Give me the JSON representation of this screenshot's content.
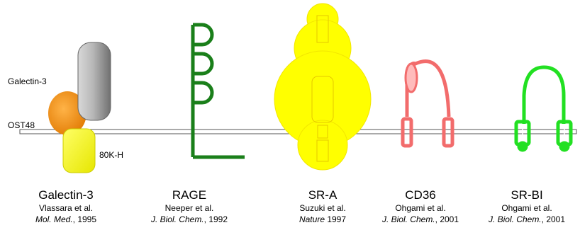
{
  "labels": {
    "galectin3_side": "Galectin-3",
    "ost48": "OST48",
    "k80h": "80K-H"
  },
  "receptors": [
    {
      "name": "Galectin-3",
      "authors": "Vlassara et al.",
      "journal": "Mol. Med.",
      "year": ", 1995"
    },
    {
      "name": "RAGE",
      "authors": "Neeper et al.",
      "journal": "J. Biol. Chem.",
      "year": ", 1992"
    },
    {
      "name": "SR-A",
      "authors": "Suzuki et al.",
      "journal": "Nature",
      "year": " 1997"
    },
    {
      "name": "CD36",
      "authors": "Ohgami et al.",
      "journal": "J. Biol. Chem.",
      "year": ", 2001"
    },
    {
      "name": "SR-BI",
      "authors": "Ohgami et al.",
      "journal": "J. Biol. Chem.",
      "year": ", 2001"
    }
  ],
  "colors": {
    "galectin_gray": "#9a9a9a",
    "ost48_orange": "#f7920f",
    "k80h_yellow": "#ffff00",
    "rage_green": "#1a7f1a",
    "sra_yellow": "#ffff00",
    "cd36_red": "#f26c6c",
    "srbi_green": "#22e022"
  }
}
